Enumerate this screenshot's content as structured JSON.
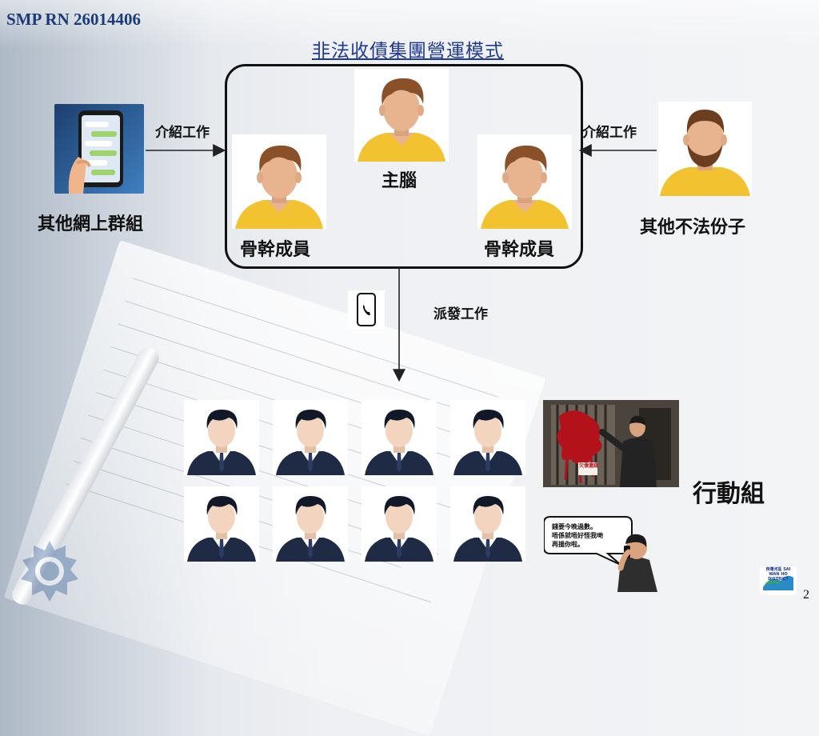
{
  "header": {
    "ref": "SMP RN 26014406"
  },
  "title": "非法收債集團營運模式",
  "core": {
    "leader_label": "主腦",
    "member_left_label": "骨幹成員",
    "member_right_label": "骨幹成員"
  },
  "sources": {
    "online_label": "其他網上群組",
    "online_edge": "介紹工作",
    "others_label": "其他不法份子",
    "others_edge": "介紹工作"
  },
  "dispatch": {
    "edge_label": "派發工作"
  },
  "action": {
    "label": "行動組",
    "count": 8,
    "door_sign": "欠債還錢",
    "speech_lines": [
      "錢要今晚過數。",
      "唔係就唔好怪我哋",
      "再搵你啦。"
    ]
  },
  "footer": {
    "page": "2",
    "district_logo_text": "西灣河區 SAI WAN HO DISTRICT"
  },
  "colors": {
    "title": "#1f3a93",
    "ref": "#1a3a7a",
    "shirt": "#f2c230",
    "hair": "#8a5128",
    "skin": "#e8b48f",
    "suit": "#1f2a44"
  }
}
